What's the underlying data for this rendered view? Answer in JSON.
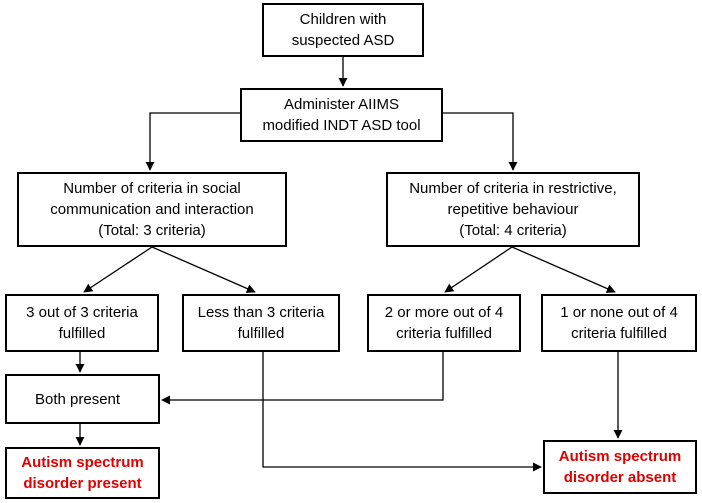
{
  "nodes": {
    "start": "Children with\nsuspected ASD",
    "administer": "Administer AIIMS\nmodified INDT ASD tool",
    "social": "Number of criteria in social\ncommunication and interaction\n(Total: 3 criteria)",
    "restrictive": "Number of criteria in restrictive,\nrepetitive behaviour\n(Total: 4 criteria)",
    "social_met": "3 out of 3 criteria\nfulfilled",
    "social_not_met": "Less than 3 criteria\nfulfilled",
    "restrictive_met": "2 or more out of 4\ncriteria fulfilled",
    "restrictive_not_met": "1 or none out of 4\ncriteria fulfilled",
    "both": "Both present",
    "present": "Autism spectrum\ndisorder present",
    "absent": "Autism spectrum\ndisorder absent"
  },
  "colors": {
    "outcome_text": "#e00000",
    "border": "#000000",
    "arrow": "#000000"
  }
}
